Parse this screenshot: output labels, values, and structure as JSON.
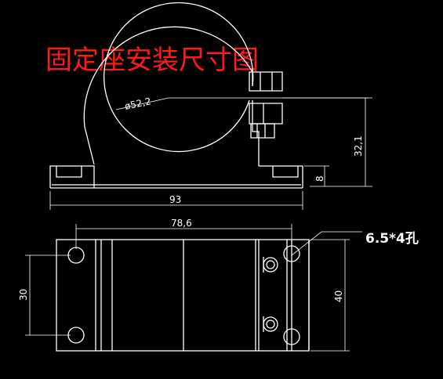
{
  "title": "固定座安装尺寸图",
  "colors": {
    "background": "#000000",
    "line": "#ffffff",
    "title": "#ff1a1a"
  },
  "dimensions": {
    "diameter": "ø52,2",
    "height_total": "32,1",
    "base_thickness": "8",
    "width_total": "93",
    "hole_spacing_x": "78,6",
    "hole_spacing_y": "30",
    "depth": "40"
  },
  "callout": {
    "holes": "6.5*4孔"
  }
}
